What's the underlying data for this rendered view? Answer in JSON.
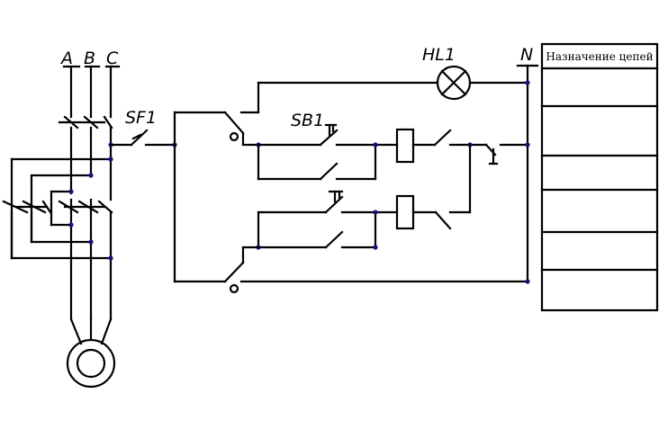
{
  "labels": {
    "phase_a": "A",
    "phase_b": "B",
    "phase_c": "C",
    "neutral": "N",
    "breaker": "SF1",
    "lamp": "HL1",
    "button": "SB1"
  },
  "table": {
    "title": "Назначение цепей",
    "rows": [
      "",
      "",
      "",
      "",
      "",
      ""
    ]
  },
  "colors": {
    "wire": "#000000",
    "node": "#12127a"
  }
}
